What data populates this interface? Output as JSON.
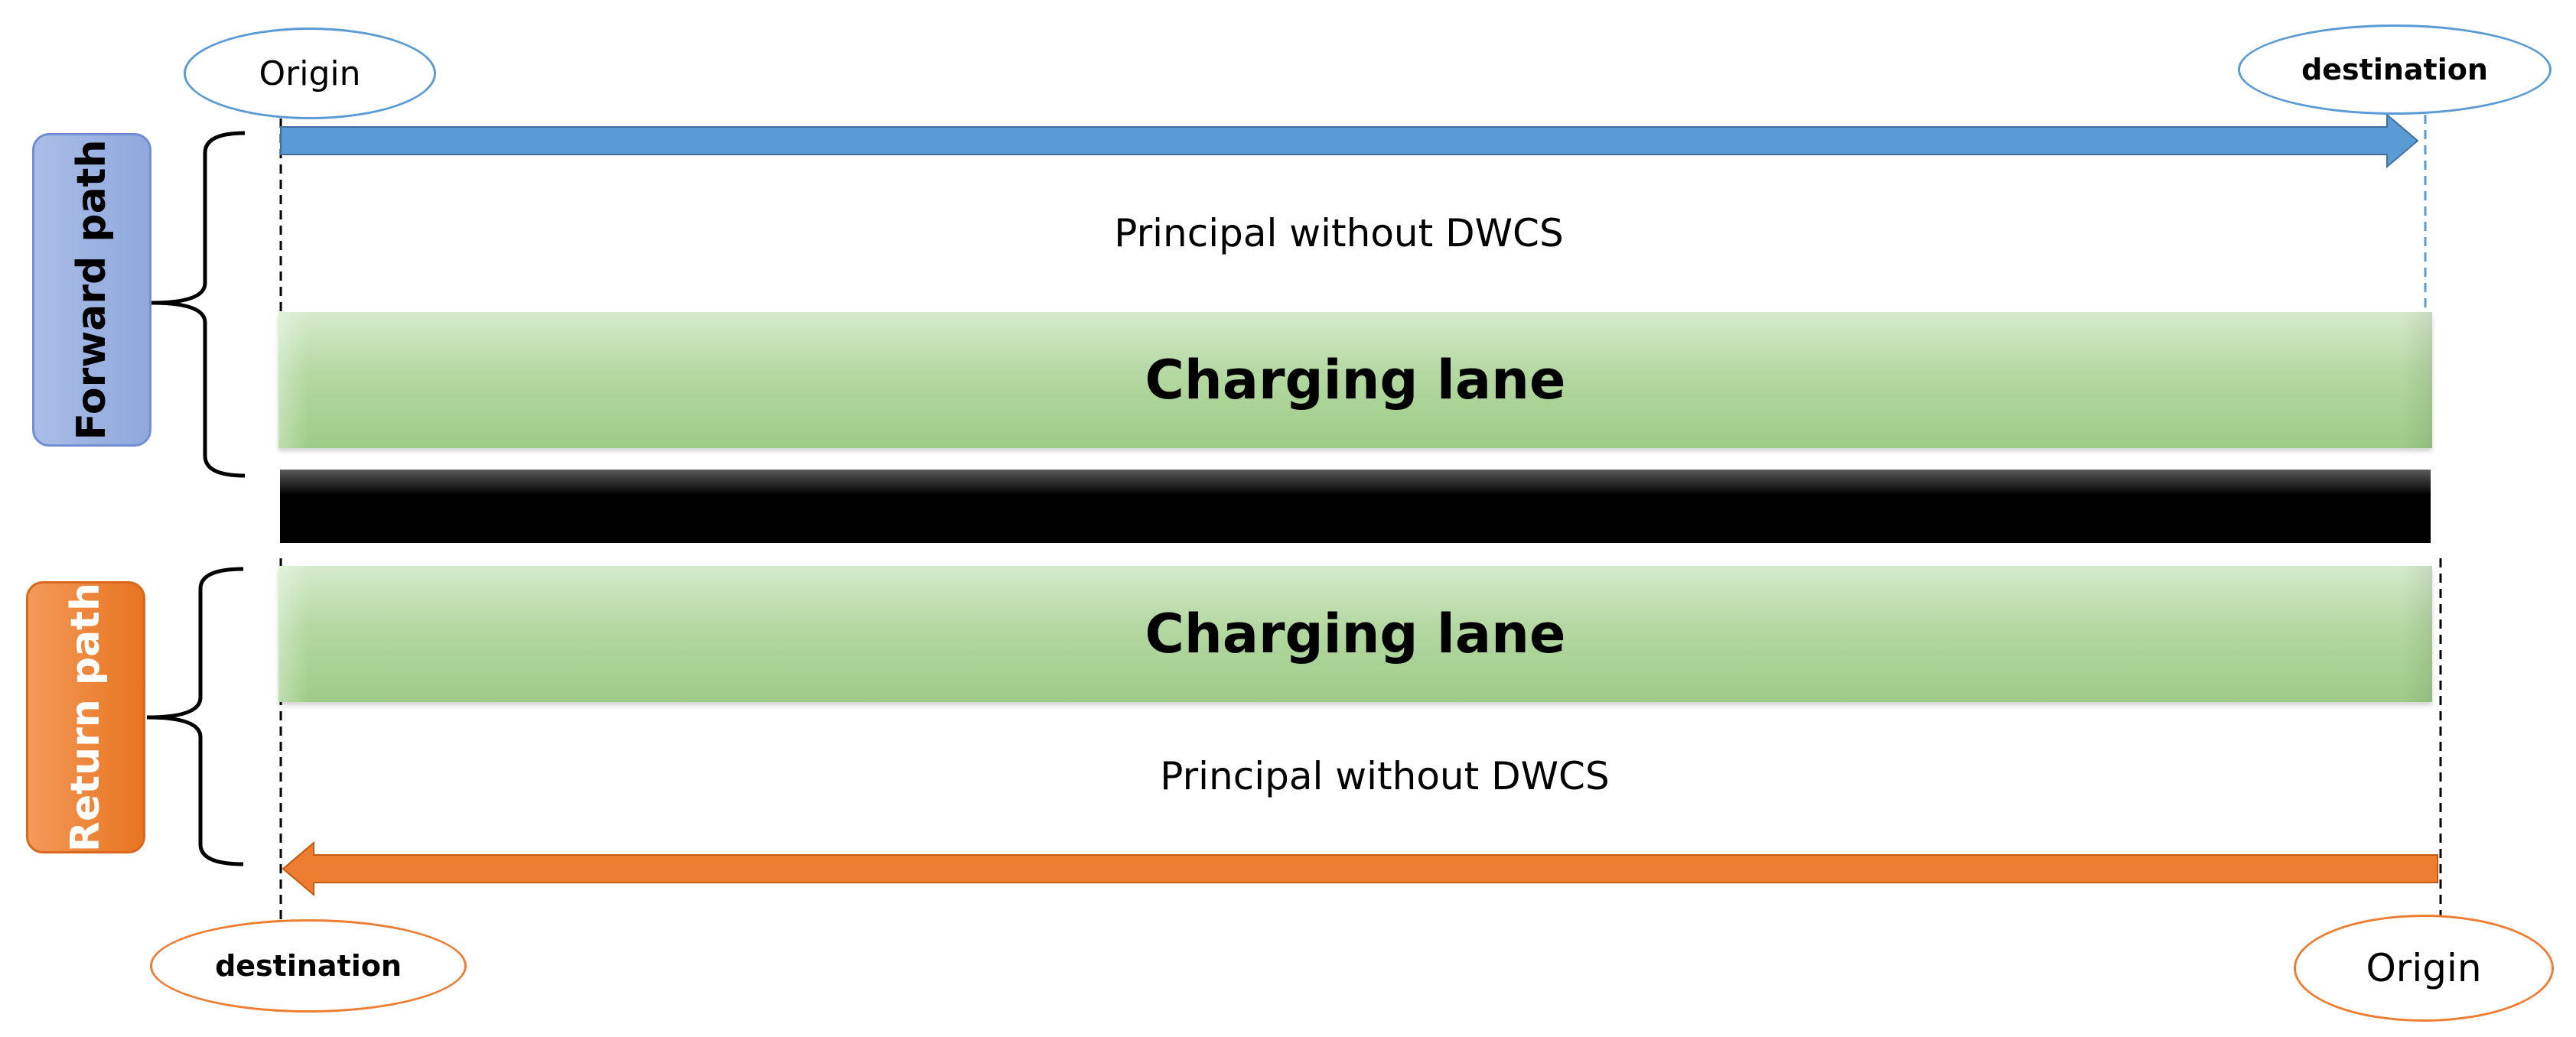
{
  "forward": {
    "side_label": "Forward path",
    "origin_label": "Origin",
    "destination_label": "destination",
    "principal_label": "Principal without DWCS",
    "lane_label": "Charging lane",
    "arrow_color": "#5b9bd5",
    "box_color": "#8faadc"
  },
  "return": {
    "side_label": "Return path",
    "origin_label": "Origin",
    "destination_label": "destination",
    "principal_label": "Principal without DWCS",
    "lane_label": "Charging lane",
    "arrow_color": "#ed7d31",
    "box_color": "#ed7d31"
  },
  "colors": {
    "lane_green": "#a9d18e",
    "median": "#000000"
  }
}
